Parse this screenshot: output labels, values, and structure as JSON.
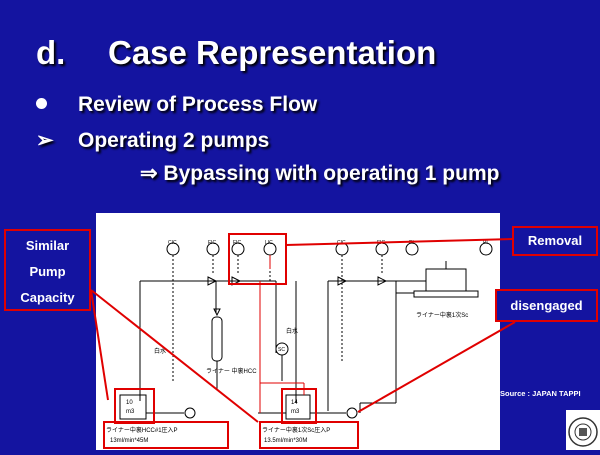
{
  "slide": {
    "title_letter": "d.",
    "title_text": "Case Representation",
    "bullet1": "Review of Process Flow",
    "bullet2": "Operating 2 pumps",
    "bullet3": "⇒ Bypassing with operating 1 pump",
    "bullet2_marker": "➢"
  },
  "callouts": {
    "similar_line1": "Similar",
    "similar_line2": "Pump",
    "similar_line3": "Capacity",
    "removal": "Removal",
    "disengaged": "disengaged"
  },
  "source": "Source : JAPAN TAPPI",
  "diagram": {
    "instruments": [
      "CIC",
      "FIC",
      "FIC",
      "LIC",
      "CIC",
      "FIC",
      "PI",
      "PI"
    ],
    "tank1_line1": "10",
    "tank1_line2": "m3",
    "tank2_line1": "14",
    "tank2_line2": "m3",
    "label_white_water_a": "白水",
    "label_white_water_b": "白水",
    "label_hcc": "ライナー\n中裏HCC",
    "label_liner_sc": "ライナー中裏1次Sc",
    "label_sc_instr": "SC",
    "pump1_line1": "ライナー中裏HCC#1圧入P",
    "pump1_line2": "13ml/min*45M",
    "pump2_line1": "ライナー中裏1次Sc圧入P",
    "pump2_line2": "13.5ml/min*30M"
  },
  "colors": {
    "background": "#1414a0",
    "callout_border": "#e00000",
    "text": "#ffffff"
  }
}
